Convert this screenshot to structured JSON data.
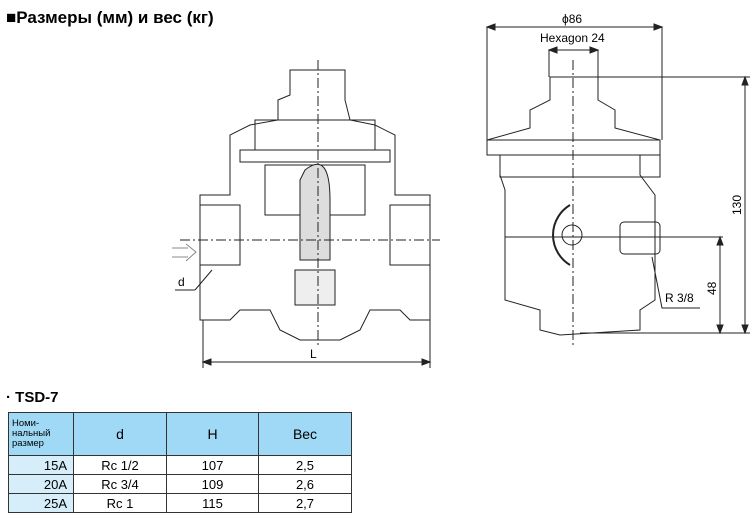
{
  "title": "■Размеры (мм) и вес (кг)",
  "left_drawing": {
    "dim_L": "L",
    "dim_d": "d"
  },
  "right_drawing": {
    "dim_phi": "ϕ86",
    "dim_hex": "Hexagon 24",
    "dim_130": "130",
    "dim_48": "48",
    "dim_r": "R 3/8"
  },
  "table": {
    "title": "· TSD-7",
    "headers": [
      "Номи-\nнальный\nразмер",
      "d",
      "H",
      "Вес"
    ],
    "rows": [
      [
        "15A",
        "Rc 1/2",
        "107",
        "2,5"
      ],
      [
        "20A",
        "Rc 3/4",
        "109",
        "2,6"
      ],
      [
        "25A",
        "Rc 1",
        "115",
        "2,7"
      ]
    ]
  }
}
